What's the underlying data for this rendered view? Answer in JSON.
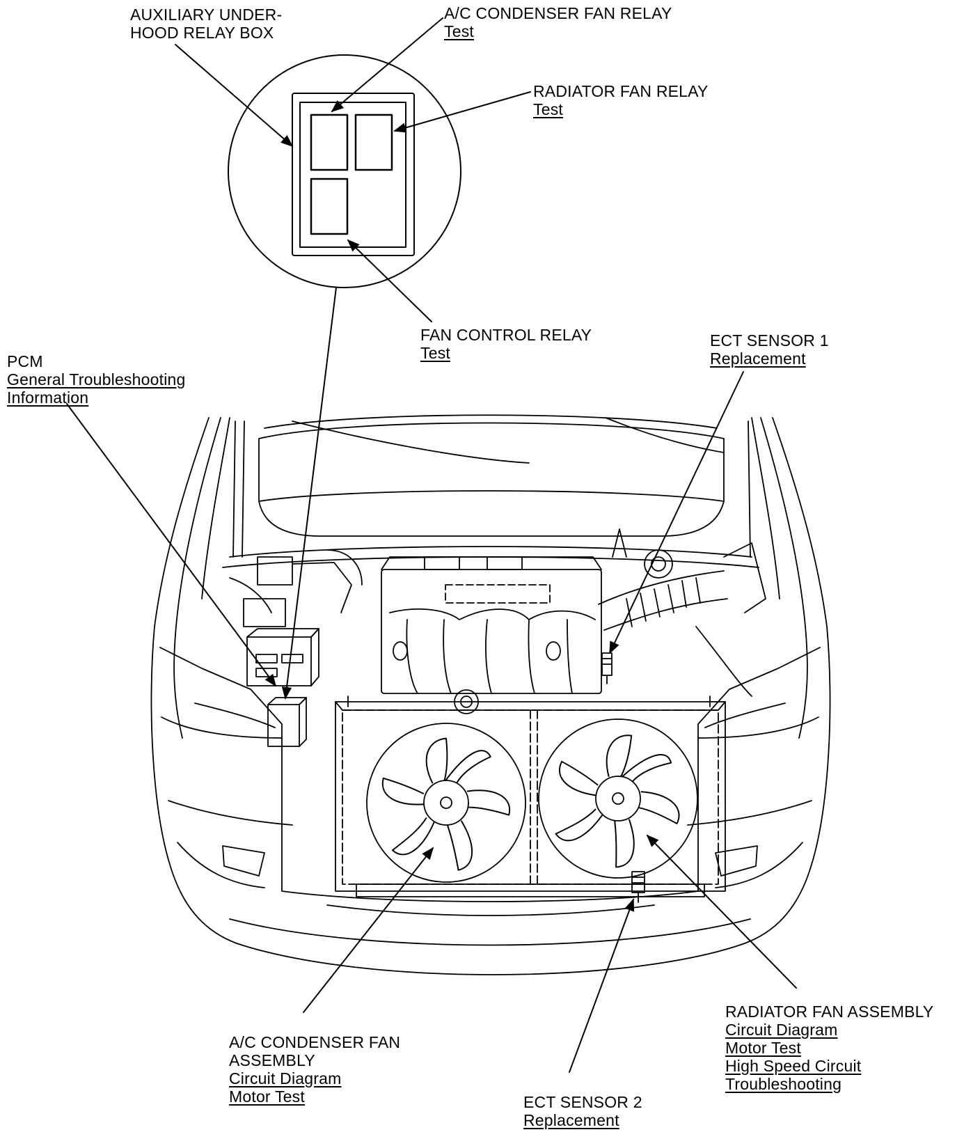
{
  "diagram": {
    "labels": {
      "aux_relay_box": {
        "title_line1": "AUXILIARY UNDER-",
        "title_line2": "HOOD RELAY BOX"
      },
      "ac_condenser_fan_relay": {
        "title": "A/C CONDENSER FAN RELAY",
        "link_test": "Test"
      },
      "radiator_fan_relay": {
        "title": "RADIATOR FAN RELAY",
        "link_test": "Test"
      },
      "fan_control_relay": {
        "title": "FAN CONTROL RELAY",
        "link_test": "Test"
      },
      "pcm": {
        "title": "PCM",
        "link_line1": "General Troubleshooting",
        "link_line2": "Information"
      },
      "ect_sensor_1": {
        "title": "ECT SENSOR 1",
        "link_replacement": "Replacement"
      },
      "ac_condenser_fan_assembly": {
        "title_line1": "A/C CONDENSER FAN",
        "title_line2": "ASSEMBLY",
        "link_circuit": "Circuit Diagram",
        "link_motor": "Motor Test"
      },
      "ect_sensor_2": {
        "title": "ECT SENSOR 2",
        "link_replacement": "Replacement"
      },
      "radiator_fan_assembly": {
        "title": "RADIATOR FAN ASSEMBLY",
        "link_circuit": "Circuit Diagram",
        "link_motor": "Motor Test",
        "link_high_speed_line1": "High Speed Circuit",
        "link_high_speed_line2": "Troubleshooting"
      }
    }
  }
}
